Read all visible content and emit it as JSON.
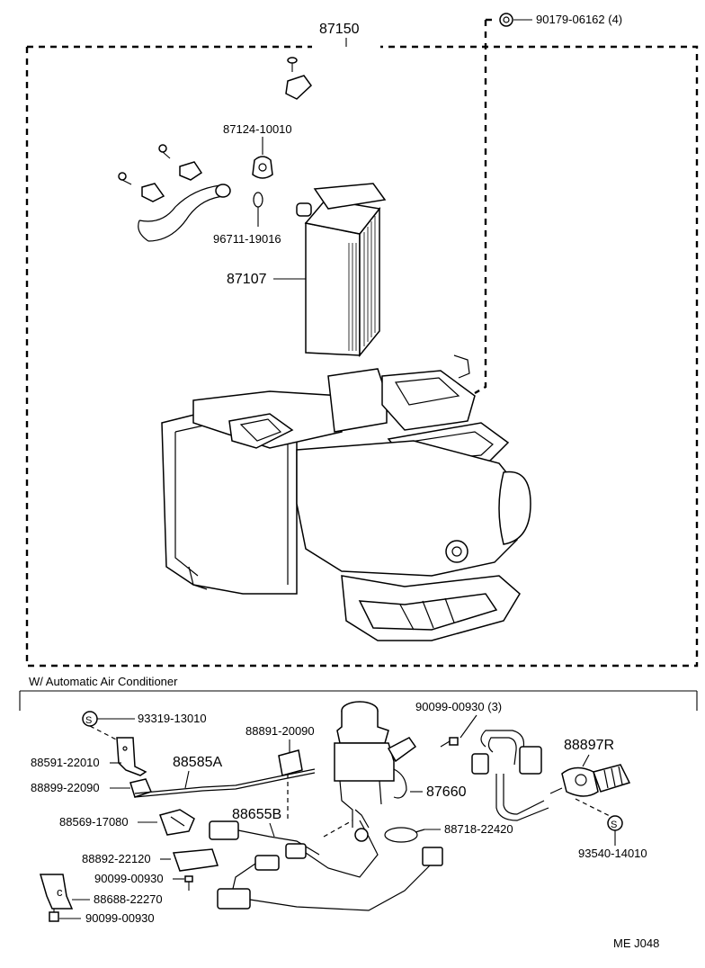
{
  "labels": {
    "assembly": "87150",
    "nut": "90179-06162 (4)",
    "grommet_a": "87124-10010",
    "oring": "96711-19016",
    "heater_core": "87107",
    "section_title": "W/ Automatic Air Conditioner",
    "screw_s1": "93319-13010",
    "bracket_a": "88591-22010",
    "clip_a": "88899-22090",
    "wire_88585a": "88585A",
    "clip_b": "88891-20090",
    "bolt_3": "90099-00930 (3)",
    "vacuum_unit": "87660",
    "sensor": "88897R",
    "clip_c": "88569-17080",
    "harness": "88655B",
    "clamp": "88718-22420",
    "plate": "88892-22120",
    "bolt_a": "90099-00930",
    "bracket_b": "88688-22270",
    "bolt_b": "90099-00930",
    "screw_s2": "93540-14010",
    "page_code": "ME  J048"
  },
  "symbols": {
    "s_circle": "S",
    "c_mark": "c"
  }
}
